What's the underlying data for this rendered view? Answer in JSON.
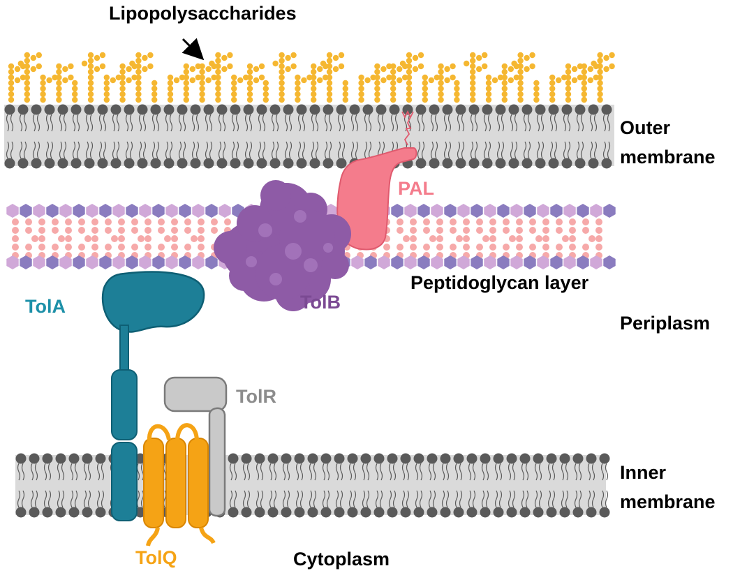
{
  "labels": {
    "lipopolysaccharides": "Lipopolysaccharides",
    "outer_membrane_line1": "Outer",
    "outer_membrane_line2": "membrane",
    "pal": "PAL",
    "peptidoglycan": "Peptidoglycan layer",
    "tolb": "TolB",
    "tola": "TolA",
    "periplasm": "Periplasm",
    "tolr": "TolR",
    "inner_membrane_line1": "Inner",
    "inner_membrane_line2": "membrane",
    "tolq": "TolQ",
    "cytoplasm": "Cytoplasm"
  },
  "colors": {
    "lps": "#F5B731",
    "membrane_head": "#5A5A5A",
    "membrane_core": "#DADADA",
    "lipid_tail": "#5A5A5A",
    "peptidoglycan_hex_light": "#D0A8D8",
    "peptidoglycan_hex_dark": "#8A7CBF",
    "peptidoglycan_peptide": "#F6A9A9",
    "pal": "#F47C8C",
    "tolb": "#8E5BA6",
    "tola": "#1D7F97",
    "tolq": "#F5A315",
    "tolr": "#C9C9C9"
  }
}
